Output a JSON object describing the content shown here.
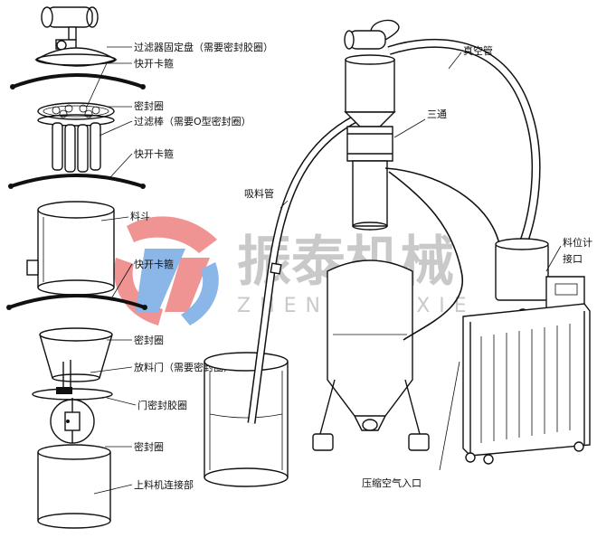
{
  "labels": {
    "filter_plate": "过滤器固定盘（需要密封胶圈）",
    "quick_clamp_1": "快开卡箍",
    "seal_ring_1": "密封圈",
    "filter_rod": "过滤棒（需要O型密封圈）",
    "quick_clamp_2": "快开卡箍",
    "hopper": "料斗",
    "quick_clamp_3": "快开卡箍",
    "seal_ring_2": "密封圈",
    "discharge_door": "放料门（需要密封圈）",
    "door_gasket": "门密封胶圈",
    "seal_ring_3": "密封圈",
    "feeder_connector": "上料机连接部",
    "vacuum_pipe": "真空管",
    "tee": "三通",
    "suction_pipe": "吸料管",
    "level_port_line1": "料位计",
    "level_port_line2": "接口",
    "compressed_air": "压缩空气入口"
  },
  "watermark": {
    "name_cn": "振泰机械",
    "name_en": "ZHENTAIJIXIE",
    "logo_colors": [
      "#e23b3b",
      "#2b7bd6"
    ]
  }
}
